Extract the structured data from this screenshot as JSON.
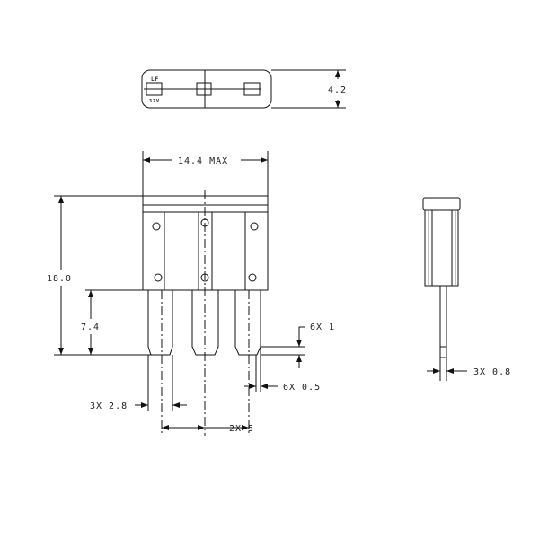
{
  "dimensions": {
    "thickness": "4.2",
    "width": "14.4 MAX",
    "height": "18.0",
    "blade_length": "7.4",
    "blade_width": "3X 2.8",
    "pitch": "2X 5",
    "chamfer_length": "6X 1",
    "chamfer_width": "6X 0.5",
    "blade_thickness": "3X 0.8"
  },
  "marking": {
    "brand": "LF",
    "voltage": "32V"
  },
  "colors": {
    "line": "#111111"
  }
}
